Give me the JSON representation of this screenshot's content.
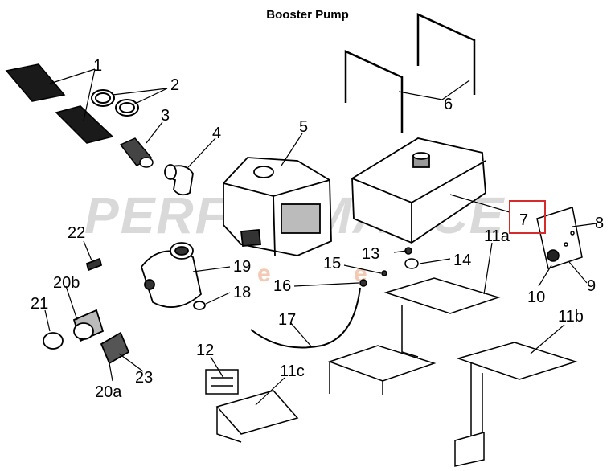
{
  "title": "Booster Pump",
  "watermark": "PERFORMANCE",
  "highlight_color": "#d62b2b",
  "callouts": {
    "c1": "1",
    "c2": "2",
    "c3": "3",
    "c4": "4",
    "c5": "5",
    "c6": "6",
    "c7": "7",
    "c8": "8",
    "c9": "9",
    "c10": "10",
    "c11a": "11a",
    "c11b": "11b",
    "c11c": "11c",
    "c12": "12",
    "c13": "13",
    "c14": "14",
    "c15": "15",
    "c16": "16",
    "c17": "17",
    "c18": "18",
    "c19": "19",
    "c20a": "20a",
    "c20b": "20b",
    "c21": "21",
    "c22": "22",
    "c23": "23"
  }
}
